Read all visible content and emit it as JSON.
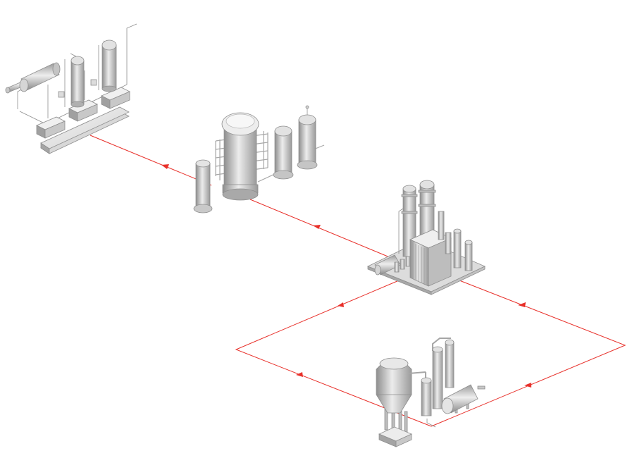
{
  "diagram": {
    "type": "isometric process flow diagram",
    "colors": {
      "background": "#ffffff",
      "flow_line": "#e8302a",
      "equipment_light": "#e6e6e6",
      "equipment_mid": "#b9b9b9",
      "equipment_dark": "#8a8a8a",
      "equipment_outline": "#9a9a9a"
    },
    "units": [
      {
        "id": "unit-1",
        "icon": "reactor-train-icon"
      },
      {
        "id": "unit-2",
        "icon": "storage-tank-group-icon"
      },
      {
        "id": "unit-3",
        "icon": "refinery-plant-icon"
      },
      {
        "id": "unit-4",
        "icon": "kiln-condenser-unit-icon"
      }
    ],
    "flows": [
      {
        "from": "unit-1",
        "to": "unit-2"
      },
      {
        "from": "unit-2",
        "to": "unit-3"
      },
      {
        "from": "unit-3",
        "to": "unit-4"
      },
      {
        "from": "unit-4",
        "to": "unit-3"
      }
    ]
  }
}
